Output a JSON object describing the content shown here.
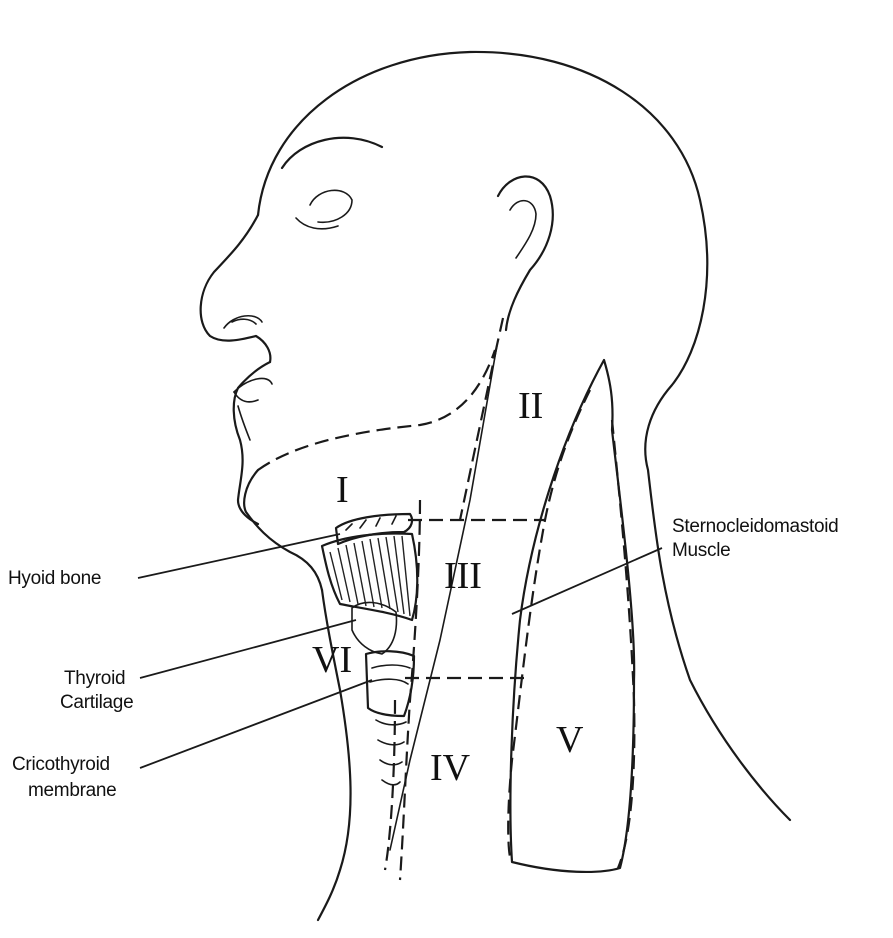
{
  "figure": {
    "levels": [
      "I",
      "II",
      "III",
      "IV",
      "V",
      "VI"
    ],
    "labels": {
      "hyoid": "Hyoid bone",
      "thyroid_line1": "Thyroid",
      "thyroid_line2": "Cartilage",
      "crico_line1": "Cricothyroid",
      "crico_line2": "membrane",
      "scm_line1": "Sternocleidomastoid",
      "scm_line2": "Muscle"
    }
  }
}
